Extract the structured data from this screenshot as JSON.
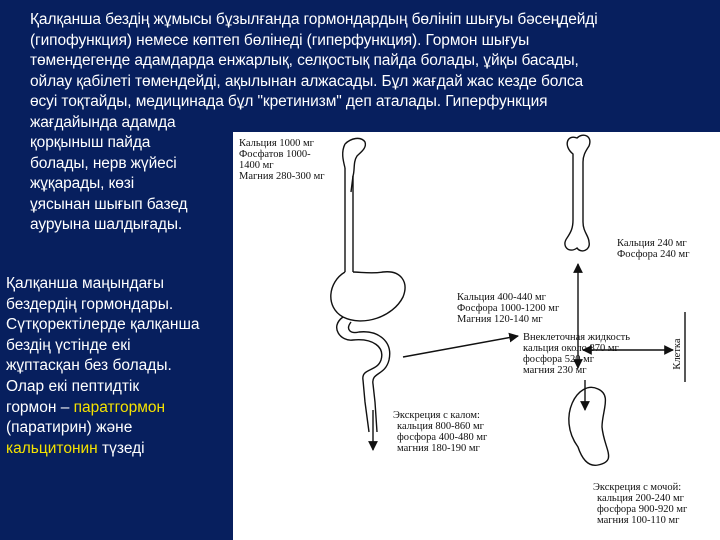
{
  "intro": {
    "lines": [
      "Қалқанша бездің жұмысы бұзылғанда гормондардың бөлініп шығуы бәсеңдейді",
      "(гипофункция) немесе көптеп бөлінеді (гиперфункция). Гормон шығуы",
      "төмендегенде адамдарда енжарлық, селқостық пайда болады, ұйқы басады,",
      "ойлау қабілеті төмендейді, ақылынан алжасады. Бұл жағдай жас кезде болса",
      "өсуі тоқтайды, медицинада бұл \"кретинизм\" деп аталады. Гиперфункция",
      "жағдайында адамда",
      "қорқыныш пайда",
      "болады, нерв жүйесі",
      "жұқарады, көзі",
      "ұясынан шығып базед",
      "ауруына шалдығады."
    ]
  },
  "hormones": {
    "title_line1": "Қалқанша маңындағы",
    "title_line2": "бездердің гормондары",
    "title_dot": ".",
    "line3": "Сүтқоректілерде қалқанша",
    "line4": "бездің үстінде екі",
    "line5": "жұптасқан без болады.",
    "line6": "Олар екі пептидтік",
    "line7_pre": "гормон – ",
    "parathormone": "паратгормон",
    "line8": "(паратирин) және",
    "calcitonin": "кальцитонин",
    "line9_post": " түзеді",
    "highlight_color": "#f5e200"
  },
  "figure": {
    "intake": [
      "Кальция 1000 мг",
      "Фосфатов 1000-",
      "1400 мг",
      "Магния 280-300 мг"
    ],
    "bone": [
      "Кальция 240 мг",
      "Фосфора 240 мг"
    ],
    "absorbed": [
      "Кальция 400-440 мг",
      "Фосфора 1000-1200 мг",
      "Магния 120-140 мг"
    ],
    "extracellular": [
      "Внеклеточная жидкость",
      "кальция около 870 мг",
      "фосфора 520 мг",
      "магния 230 мг"
    ],
    "cell_label": "Клетка",
    "feces": [
      "Экскреция с калом:",
      "кальция 800-860 мг",
      "фосфора 400-480 мг",
      "магния 180-190 мг"
    ],
    "urine": [
      "Экскреция с мочой:",
      "кальция 200-240 мг",
      "фосфора 900-920 мг",
      "магния 100-110 мг"
    ]
  }
}
